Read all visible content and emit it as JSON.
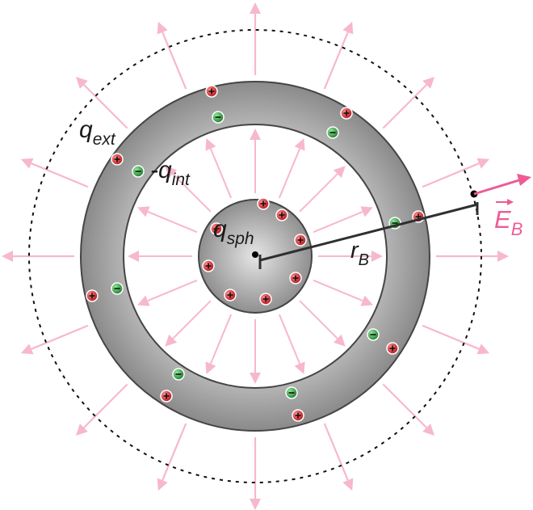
{
  "labels": {
    "q_ext": {
      "main": "q",
      "sub": "ext"
    },
    "q_int": {
      "prefix": "-",
      "main": "q",
      "sub": "int"
    },
    "q_sph": {
      "main": "q",
      "sub": "sph"
    },
    "r_B": {
      "main": "r",
      "sub": "B"
    },
    "E_B": {
      "main": "E",
      "sub": "B"
    }
  },
  "colors": {
    "field_arrow": "#f7b8cc",
    "field_vector": "#ee5b95",
    "shell_fill_light": "#cfcfcf",
    "shell_fill_dark": "#8e8e8e",
    "outline": "#454545",
    "positive_charge": "#d9202a",
    "negative_charge": "#2d9a3a",
    "dashed_circle": "#111111",
    "radius_line": "#2f2f2f",
    "label_text": "#1a1a1a"
  },
  "charges": {
    "sphere_positive_count": 8,
    "shell_inner_negative_count": 8,
    "shell_outer_positive_count": 8
  },
  "icons": {
    "positive": "plus-charge-icon",
    "negative": "minus-charge-icon",
    "point": "field-point-icon"
  }
}
